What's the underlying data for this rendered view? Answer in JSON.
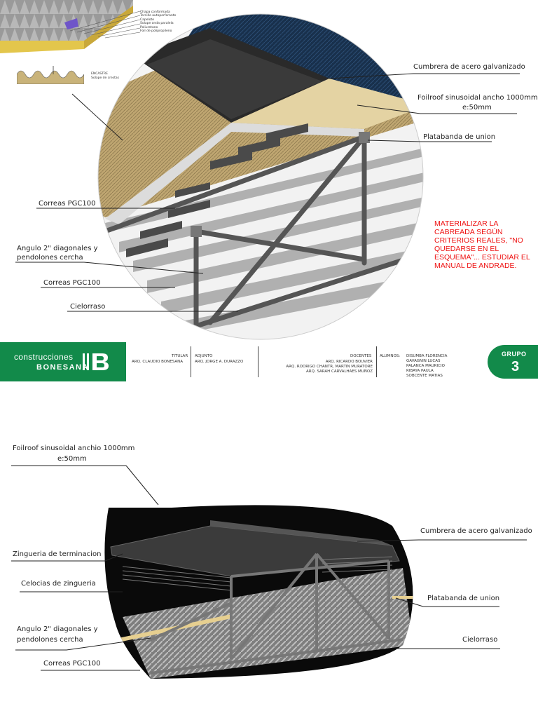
{
  "inset": {
    "legend": [
      "Chapa conformada",
      "Tornillo autoperforante",
      "Capelote",
      "Solape onda paralela",
      "Poliuretano",
      "Foil de polipropileno"
    ],
    "encastre_title": "ENCASTRE",
    "encastre_sub": "Solape de crestas"
  },
  "top_detail": {
    "labels": {
      "cumbrera": "Cumbrera de acero galvanizado",
      "foilroof_1": "Foilroof sinusoidal ancho 1000mm",
      "foilroof_2": "e:50mm",
      "platabanda": "Platabanda de union",
      "correas_1": "Correas PGC100",
      "angulo_1": "Angulo 2\" diagonales y",
      "angulo_2": "pendolones cercha",
      "correas_2": "Correas PGC100",
      "cielorraso": "Cielorraso"
    },
    "note": "MATERIALIZAR LA CABREADA SEGÚN CRITERIOS REALES, \"NO QUEDARSE EN EL ESQUEMA\"... ESTUDIAR EL MANUAL DE ANDRADE."
  },
  "title_block": {
    "brand_line1": "construcciones",
    "brand_line2": "BONESANA",
    "titular_label": "TITULAR",
    "titular_name": "ARQ. CLAUDIO BONESANA",
    "adjunto_label": "ADJUNTO",
    "adjunto_name": "ARQ. JORGE A. DURAZZO",
    "docentes_label": "DOCENTES",
    "docentes": [
      "ARQ. RICARDO BOUVIER",
      "ARQ. RODRIGO CHANTR, MARTIN MURATORE",
      "ARQ. SARAH CARVALHAES MUÑOZ"
    ],
    "alumnos_label": "ALUMNOS:",
    "alumnos": [
      "DISUMBA FLORENCIA",
      "GAVAGNIN LUCAS",
      "PALANCA MAURICIO",
      "RIBAYA PAULA",
      "SOBCENTE MATIAS"
    ],
    "grupo_label": "GRUPO",
    "grupo_number": "3"
  },
  "bottom_detail": {
    "labels": {
      "foilroof_1": "Foilroof sinusoidal anchio 1000mm",
      "foilroof_2": "e:50mm",
      "cumbrera": "Cumbrera de acero galvanizado",
      "zingueria": "Zingueria de terminacion",
      "celocias": "Celocias de zingueria",
      "platabanda": "Platabanda de union",
      "angulo_1": "Angulo 2\" diagonales y",
      "angulo_2": "pendolones cercha",
      "cielorraso": "Cielorraso",
      "correas": "Correas PGC100"
    }
  },
  "colors": {
    "brand_green": "#128a4a",
    "note_red": "#ee1111",
    "panel_blue": "#1a3350",
    "insulation": "#d8c592",
    "steel": "#7a7a7a"
  }
}
